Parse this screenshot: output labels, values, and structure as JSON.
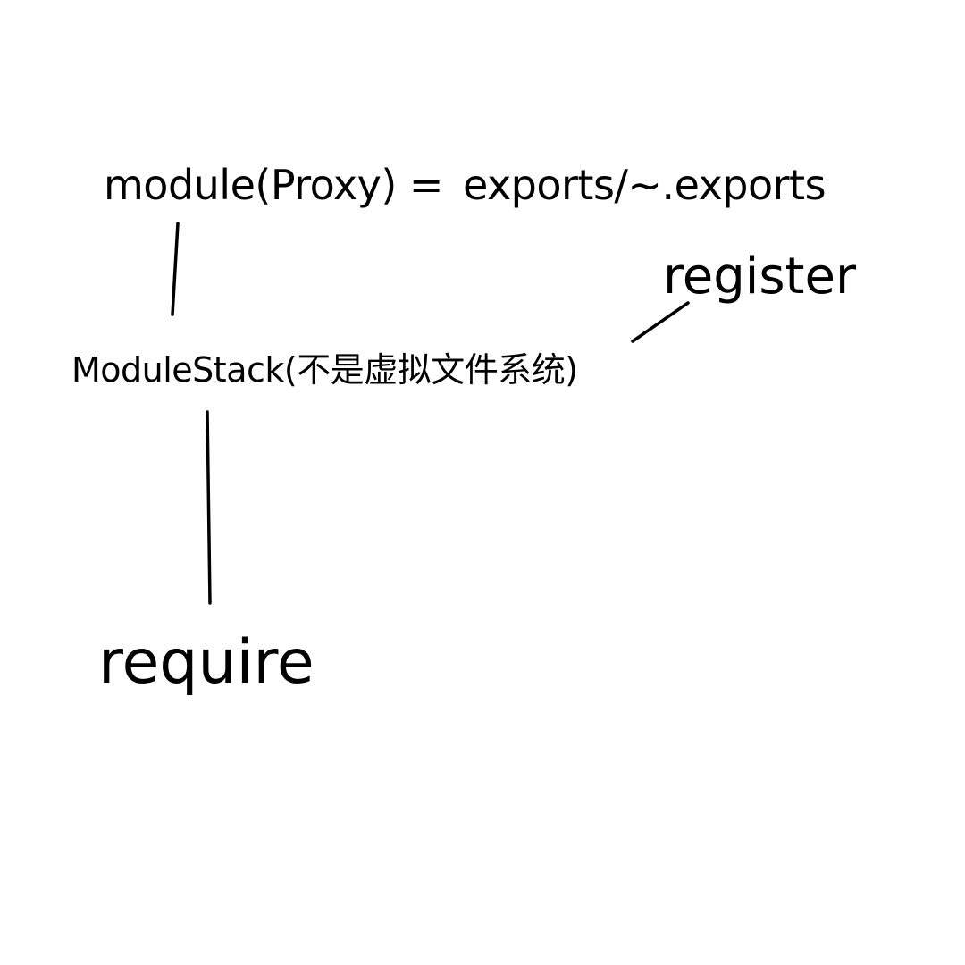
{
  "diagram": {
    "equation_lhs": "module(Proxy) =",
    "equation_rhs": "exports/~.exports",
    "register": "register",
    "module_stack": "ModuleStack(不是虚拟文件系统)",
    "require": "require"
  },
  "colors": {
    "background": "#ffffff",
    "ink": "#000000"
  }
}
